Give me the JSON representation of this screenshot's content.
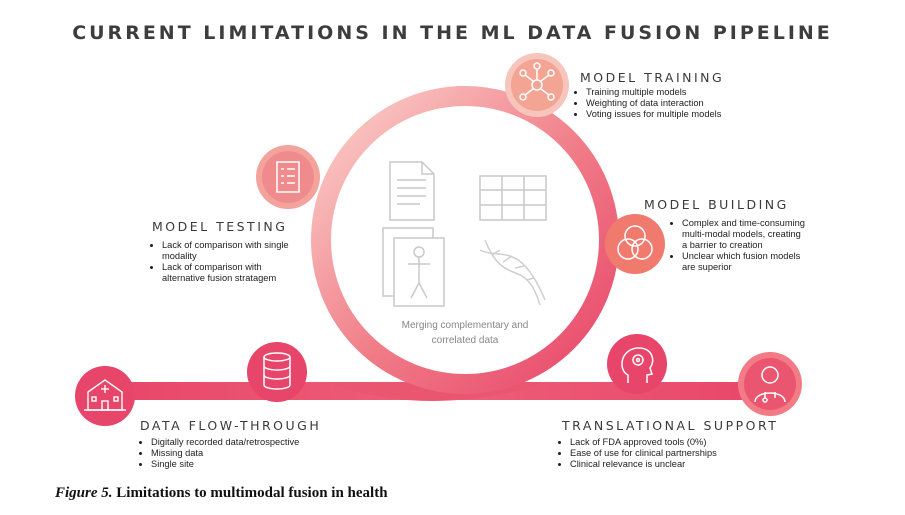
{
  "title": "CURRENT LIMITATIONS IN THE ML DATA FUSION PIPELINE",
  "center_text": "Merging complementary and correlated data",
  "sections": {
    "model_training": {
      "title": "MODEL TRAINING",
      "icon": "network-icon",
      "bullets": [
        "Training multiple models",
        "Weighting of data interaction",
        "Voting issues for multiple models"
      ]
    },
    "model_building": {
      "title": "MODEL BUILDING",
      "icon": "venn-diagram-icon",
      "bullets": [
        "Complex and time-consuming multi-modal models, creating a barrier to creation",
        "Unclear which fusion models are superior"
      ]
    },
    "model_testing": {
      "title": "MODEL TESTING",
      "icon": "checklist-icon",
      "bullets": [
        "Lack of comparison with single modality",
        "Lack of comparison with alternative fusion stratagem"
      ]
    },
    "data_flow": {
      "title": "DATA FLOW-THROUGH",
      "icon": "database-icon",
      "bullets": [
        "Digitally recorded data/retrospective",
        "Missing data",
        "Single site"
      ]
    },
    "translational": {
      "title": "TRANSLATIONAL SUPPORT",
      "icon": "brain-head-icon",
      "bullets": [
        "Lack of FDA approved tools (0%)",
        "Ease of use for clinical partnerships",
        "Clinical relevance is unclear"
      ]
    }
  },
  "caption": {
    "label": "Figure 5.",
    "text": " Limitations to multimodal fusion in health"
  },
  "colors": {
    "primary": "#e8456a",
    "light": "#f6b7ae",
    "peach": "#f3a493",
    "text": "#3d3d3d"
  }
}
